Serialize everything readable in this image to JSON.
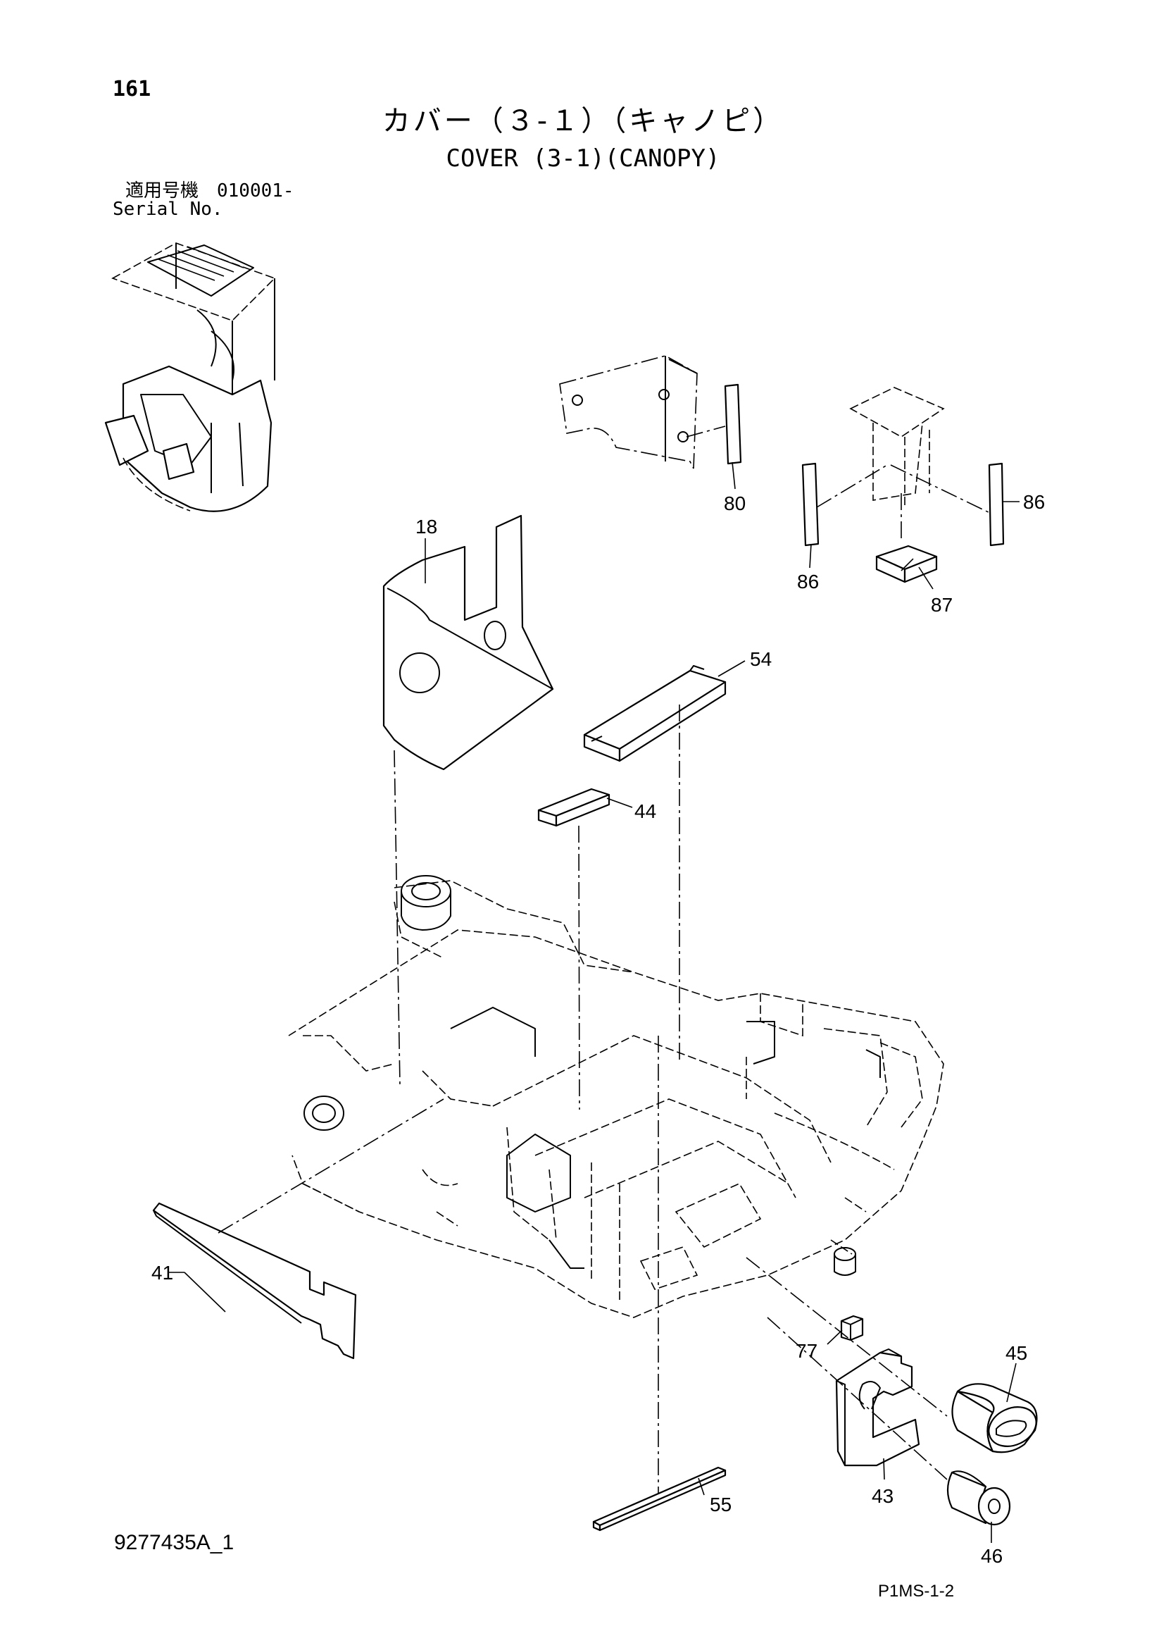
{
  "header": {
    "page_number": "161",
    "title_jp": "カバー（３-１）（キャノピ）",
    "title_en": "COVER (3-1)(CANOPY)",
    "serial_label_jp": "適用号機　010001-",
    "serial_label_en": "Serial No."
  },
  "callouts": [
    {
      "id": "18",
      "label": "18"
    },
    {
      "id": "41",
      "label": "41"
    },
    {
      "id": "43",
      "label": "43"
    },
    {
      "id": "44",
      "label": "44"
    },
    {
      "id": "45",
      "label": "45"
    },
    {
      "id": "46",
      "label": "46"
    },
    {
      "id": "54",
      "label": "54"
    },
    {
      "id": "55",
      "label": "55"
    },
    {
      "id": "77",
      "label": "77"
    },
    {
      "id": "80",
      "label": "80"
    },
    {
      "id": "86a",
      "label": "86"
    },
    {
      "id": "86b",
      "label": "86"
    },
    {
      "id": "87",
      "label": "87"
    }
  ],
  "footer": {
    "drawing_code": "9277435A_1",
    "page_code": "P1MS-1-2"
  }
}
